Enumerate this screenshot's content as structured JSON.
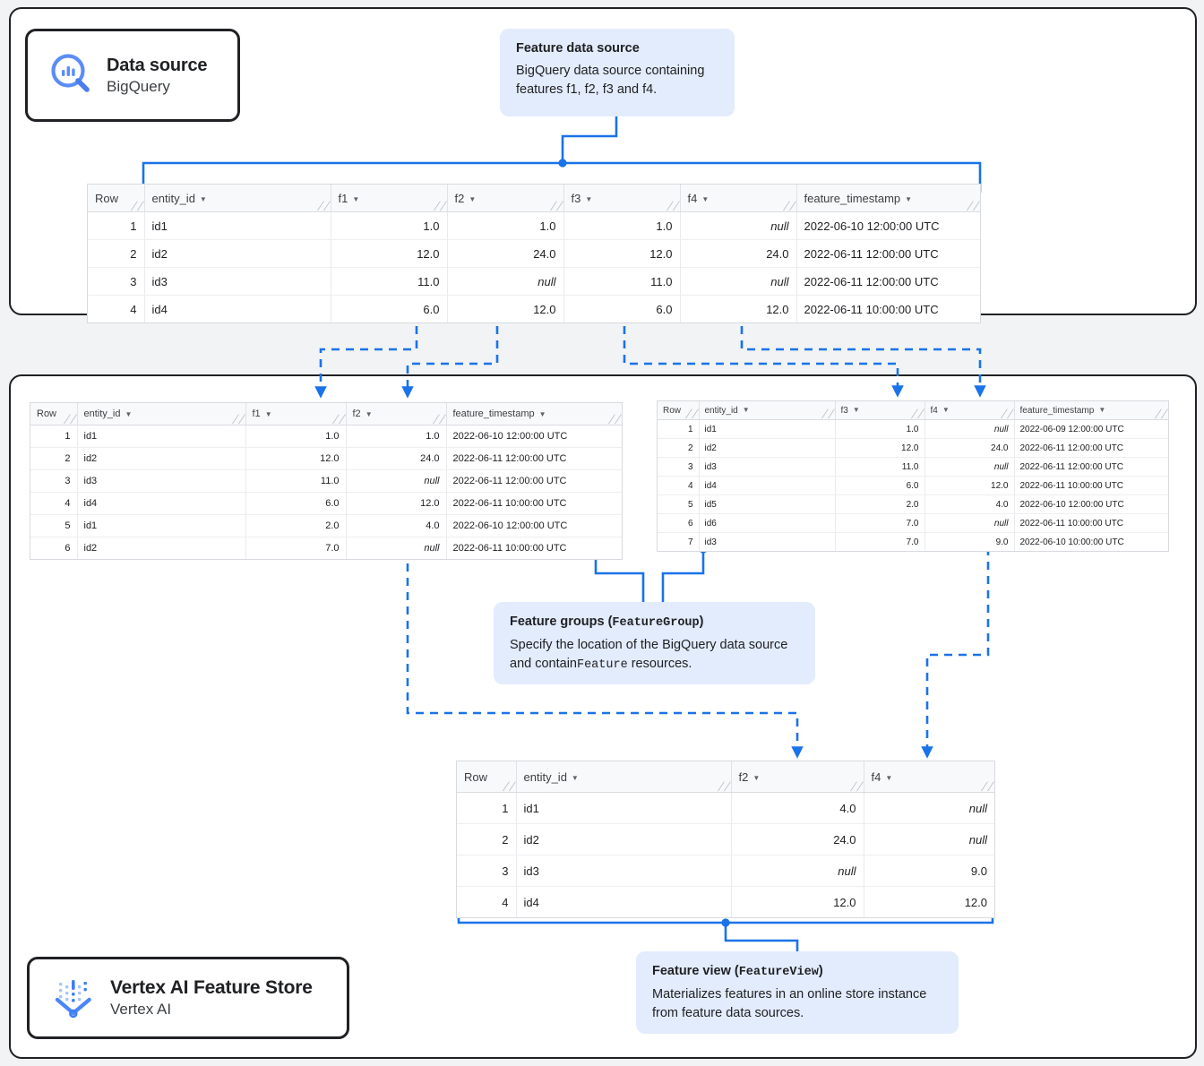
{
  "diagram": {
    "title": "Vertex AI Feature Store data flow",
    "accent_color": "#1a73e8",
    "callout_bg": "#e3ecfd",
    "panel_border": "#202124"
  },
  "chips": {
    "data_source": {
      "title": "Data source",
      "subtitle": "BigQuery",
      "icon": "bigquery-icon"
    },
    "feature_store": {
      "title": "Vertex AI Feature Store",
      "subtitle": "Vertex AI",
      "icon": "vertex-ai-icon"
    }
  },
  "callouts": {
    "feature_data_source": {
      "title": "Feature data source",
      "body": "BigQuery data source containing features f1, f2, f3 and f4."
    },
    "feature_groups": {
      "title_plain": "Feature groups (",
      "title_mono": "FeatureGroup",
      "title_close": ")",
      "body_part1": "Specify the location of the BigQuery data source and contain",
      "body_mono": "Feature",
      "body_part2": " resources."
    },
    "feature_view": {
      "title_plain": "Feature view (",
      "title_mono": "FeatureView",
      "title_close": ")",
      "body": "Materializes features in an online store instance from feature data sources."
    }
  },
  "tables": {
    "source": {
      "name": "feature-data-source-table",
      "columns": [
        "Row",
        "entity_id",
        "f1",
        "f2",
        "f3",
        "f4",
        "feature_timestamp"
      ],
      "widths": [
        63,
        208,
        130,
        130,
        130,
        130,
        205
      ],
      "rows": [
        [
          "1",
          "id1",
          "1.0",
          "1.0",
          "1.0",
          "null",
          "2022-06-10 12:00:00 UTC"
        ],
        [
          "2",
          "id2",
          "12.0",
          "24.0",
          "12.0",
          "24.0",
          "2022-06-11 12:00:00 UTC"
        ],
        [
          "3",
          "id3",
          "11.0",
          "null",
          "11.0",
          "null",
          "2022-06-11 12:00:00 UTC"
        ],
        [
          "4",
          "id4",
          "6.0",
          "12.0",
          "6.0",
          "12.0",
          "2022-06-11 10:00:00 UTC"
        ]
      ]
    },
    "feature_group_1": {
      "name": "feature-group-1-table",
      "columns": [
        "Row",
        "entity_id",
        "f1",
        "f2",
        "feature_timestamp"
      ],
      "widths": [
        52,
        188,
        112,
        112,
        196
      ],
      "rows": [
        [
          "1",
          "id1",
          "1.0",
          "1.0",
          "2022-06-10 12:00:00 UTC"
        ],
        [
          "2",
          "id2",
          "12.0",
          "24.0",
          "2022-06-11 12:00:00 UTC"
        ],
        [
          "3",
          "id3",
          "11.0",
          "null",
          "2022-06-11 12:00:00 UTC"
        ],
        [
          "4",
          "id4",
          "6.0",
          "12.0",
          "2022-06-11 10:00:00 UTC"
        ],
        [
          "5",
          "id1",
          "2.0",
          "4.0",
          "2022-06-10 12:00:00 UTC"
        ],
        [
          "6",
          "id2",
          "7.0",
          "null",
          "2022-06-11 10:00:00 UTC"
        ]
      ]
    },
    "feature_group_2": {
      "name": "feature-group-2-table",
      "columns": [
        "Row",
        "entity_id",
        "f3",
        "f4",
        "feature_timestamp"
      ],
      "widths": [
        46,
        152,
        100,
        100,
        172
      ],
      "rows": [
        [
          "1",
          "id1",
          "1.0",
          "null",
          "2022-06-09 12:00:00 UTC"
        ],
        [
          "2",
          "id2",
          "12.0",
          "24.0",
          "2022-06-11 12:00:00 UTC"
        ],
        [
          "3",
          "id3",
          "11.0",
          "null",
          "2022-06-11 12:00:00 UTC"
        ],
        [
          "4",
          "id4",
          "6.0",
          "12.0",
          "2022-06-11 10:00:00 UTC"
        ],
        [
          "5",
          "id5",
          "2.0",
          "4.0",
          "2022-06-10 12:00:00 UTC"
        ],
        [
          "6",
          "id6",
          "7.0",
          "null",
          "2022-06-11 10:00:00 UTC"
        ],
        [
          "7",
          "id3",
          "7.0",
          "9.0",
          "2022-06-10 10:00:00 UTC"
        ]
      ]
    },
    "feature_view": {
      "name": "feature-view-table",
      "columns": [
        "Row",
        "entity_id",
        "f2",
        "f4"
      ],
      "widths": [
        66,
        240,
        148,
        146
      ],
      "rows": [
        [
          "1",
          "id1",
          "4.0",
          "null"
        ],
        [
          "2",
          "id2",
          "24.0",
          "null"
        ],
        [
          "3",
          "id3",
          "null",
          "9.0"
        ],
        [
          "4",
          "id4",
          "12.0",
          "12.0"
        ]
      ]
    }
  }
}
